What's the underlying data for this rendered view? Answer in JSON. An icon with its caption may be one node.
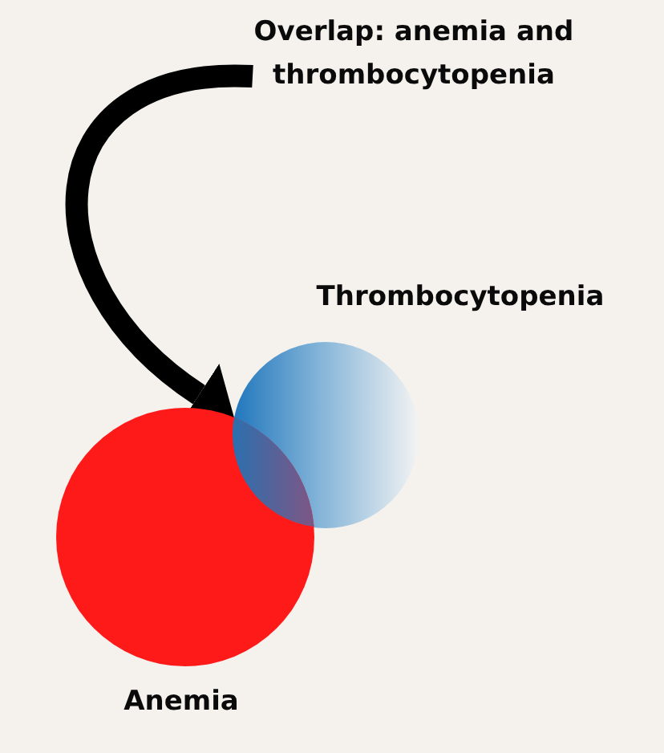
{
  "diagram": {
    "nodes": [
      {
        "text": [
          "Overlap: anemia and thrombocytopenia"
        ]
      },
      {
        "text": [
          "Thrombocytopenia"
        ]
      },
      {
        "text": [
          "Anemia"
        ]
      },
      {
        "text": [],
        "shape": "lens"
      }
    ],
    "edges": [
      {
        "from": 0,
        "to": 3,
        "arrow": "to"
      }
    ]
  }
}
